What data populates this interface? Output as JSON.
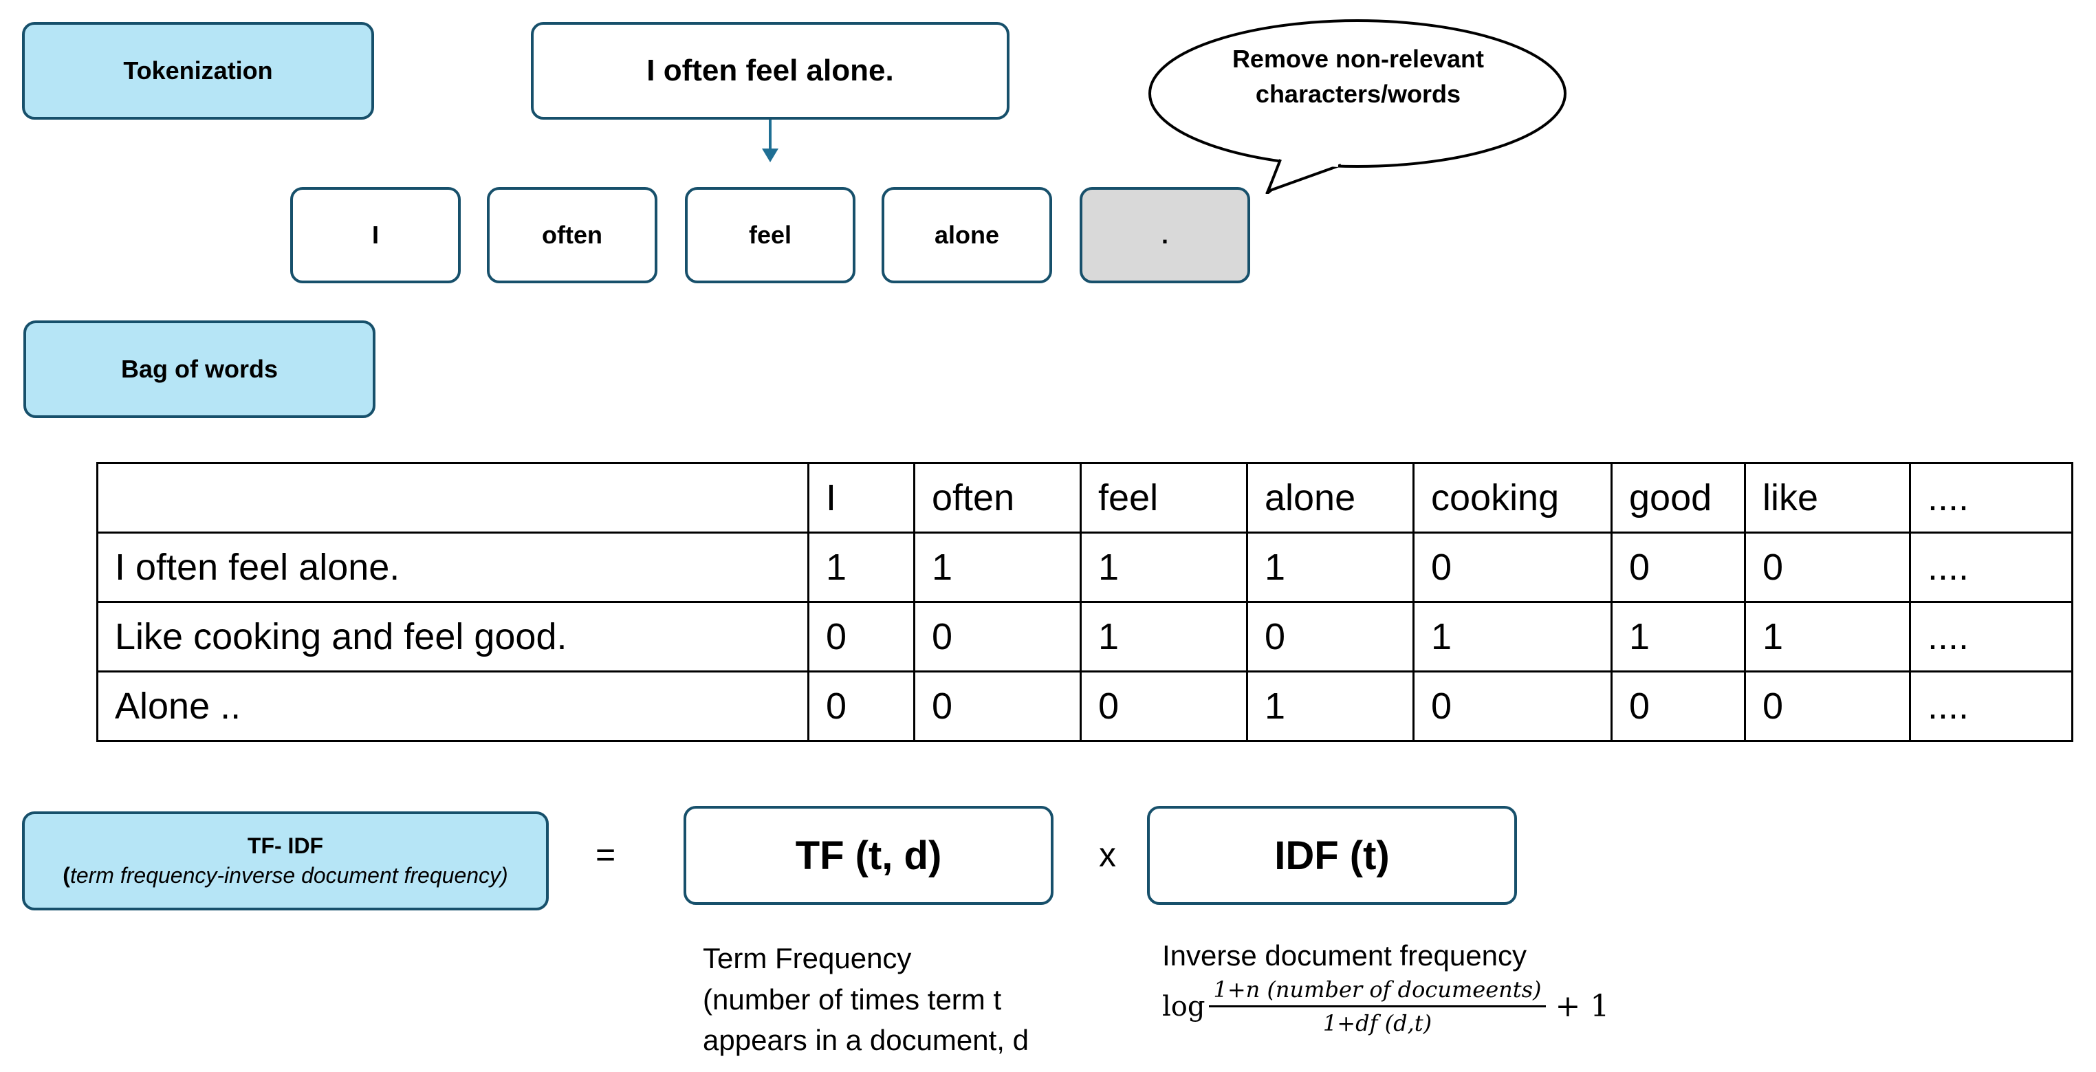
{
  "tokenization": {
    "label": "Tokenization",
    "sentence": "I often feel alone.",
    "tokens": [
      "I",
      "often",
      "feel",
      "alone",
      "."
    ],
    "callout": "Remove non-relevant characters/words"
  },
  "bag_of_words": {
    "label": "Bag of words",
    "headers": [
      "",
      "I",
      "often",
      "feel",
      "alone",
      "cooking",
      "good",
      "like",
      "...."
    ],
    "rows": [
      [
        "I often feel alone.",
        "1",
        "1",
        "1",
        "1",
        "0",
        "0",
        "0",
        "...."
      ],
      [
        "Like cooking and feel good.",
        "0",
        "0",
        "1",
        "0",
        "1",
        "1",
        "1",
        "...."
      ],
      [
        "Alone ..",
        "0",
        "0",
        "0",
        "1",
        "0",
        "0",
        "0",
        "...."
      ]
    ]
  },
  "tfidf": {
    "title": "TF- IDF",
    "open_paren": "(",
    "subtitle": "term frequency-inverse document frequency)",
    "equals": "=",
    "tf": "TF (t, d)",
    "times": "x",
    "idf": "IDF (t)",
    "tf_desc": [
      "Term Frequency",
      "(number of times term t",
      "appears in a document, d"
    ],
    "idf_desc_title": "Inverse document frequency",
    "idf_formula": {
      "log": "log",
      "numerator": "1+n (number of documeents)",
      "denominator": "1+df (d,t)",
      "plus": "+ 1"
    }
  },
  "colors": {
    "label_fill": "#b6e5f6",
    "border": "#17506b",
    "arrow": "#1f6f94",
    "removed_token_fill": "#d9d9d9"
  }
}
